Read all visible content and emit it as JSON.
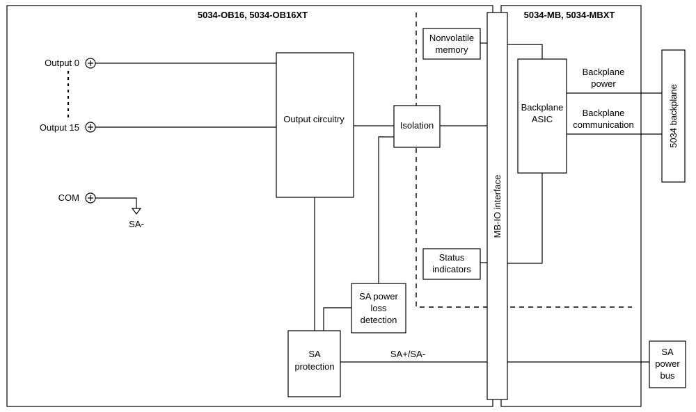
{
  "module_left": {
    "title": "5034-OB16, 5034-OB16XT"
  },
  "module_right": {
    "title": "5034-MB, 5034-MBXT"
  },
  "terminals": {
    "output0": "Output 0",
    "output15": "Output 15",
    "com": "COM",
    "sa_minus": "SA-"
  },
  "blocks": {
    "output_circuitry": "Output circuitry",
    "isolation": "Isolation",
    "nonvolatile_line1": "Nonvolatile",
    "nonvolatile_line2": "memory",
    "status_line1": "Status",
    "status_line2": "indicators",
    "sa_power_line1": "SA power",
    "sa_power_line2": "loss",
    "sa_power_line3": "detection",
    "sa_protection_line1": "SA",
    "sa_protection_line2": "protection",
    "mb_io": "MB-IO interface",
    "asic_line1": "Backplane",
    "asic_line2": "ASIC",
    "backplane_5034": "5034 backplane",
    "sa_bus_line1": "SA",
    "sa_bus_line2": "power",
    "sa_bus_line3": "bus"
  },
  "signals": {
    "bp_power_line1": "Backplane",
    "bp_power_line2": "power",
    "bp_comm_line1": "Backplane",
    "bp_comm_line2": "communication",
    "sa_pm": "SA+/SA-"
  }
}
